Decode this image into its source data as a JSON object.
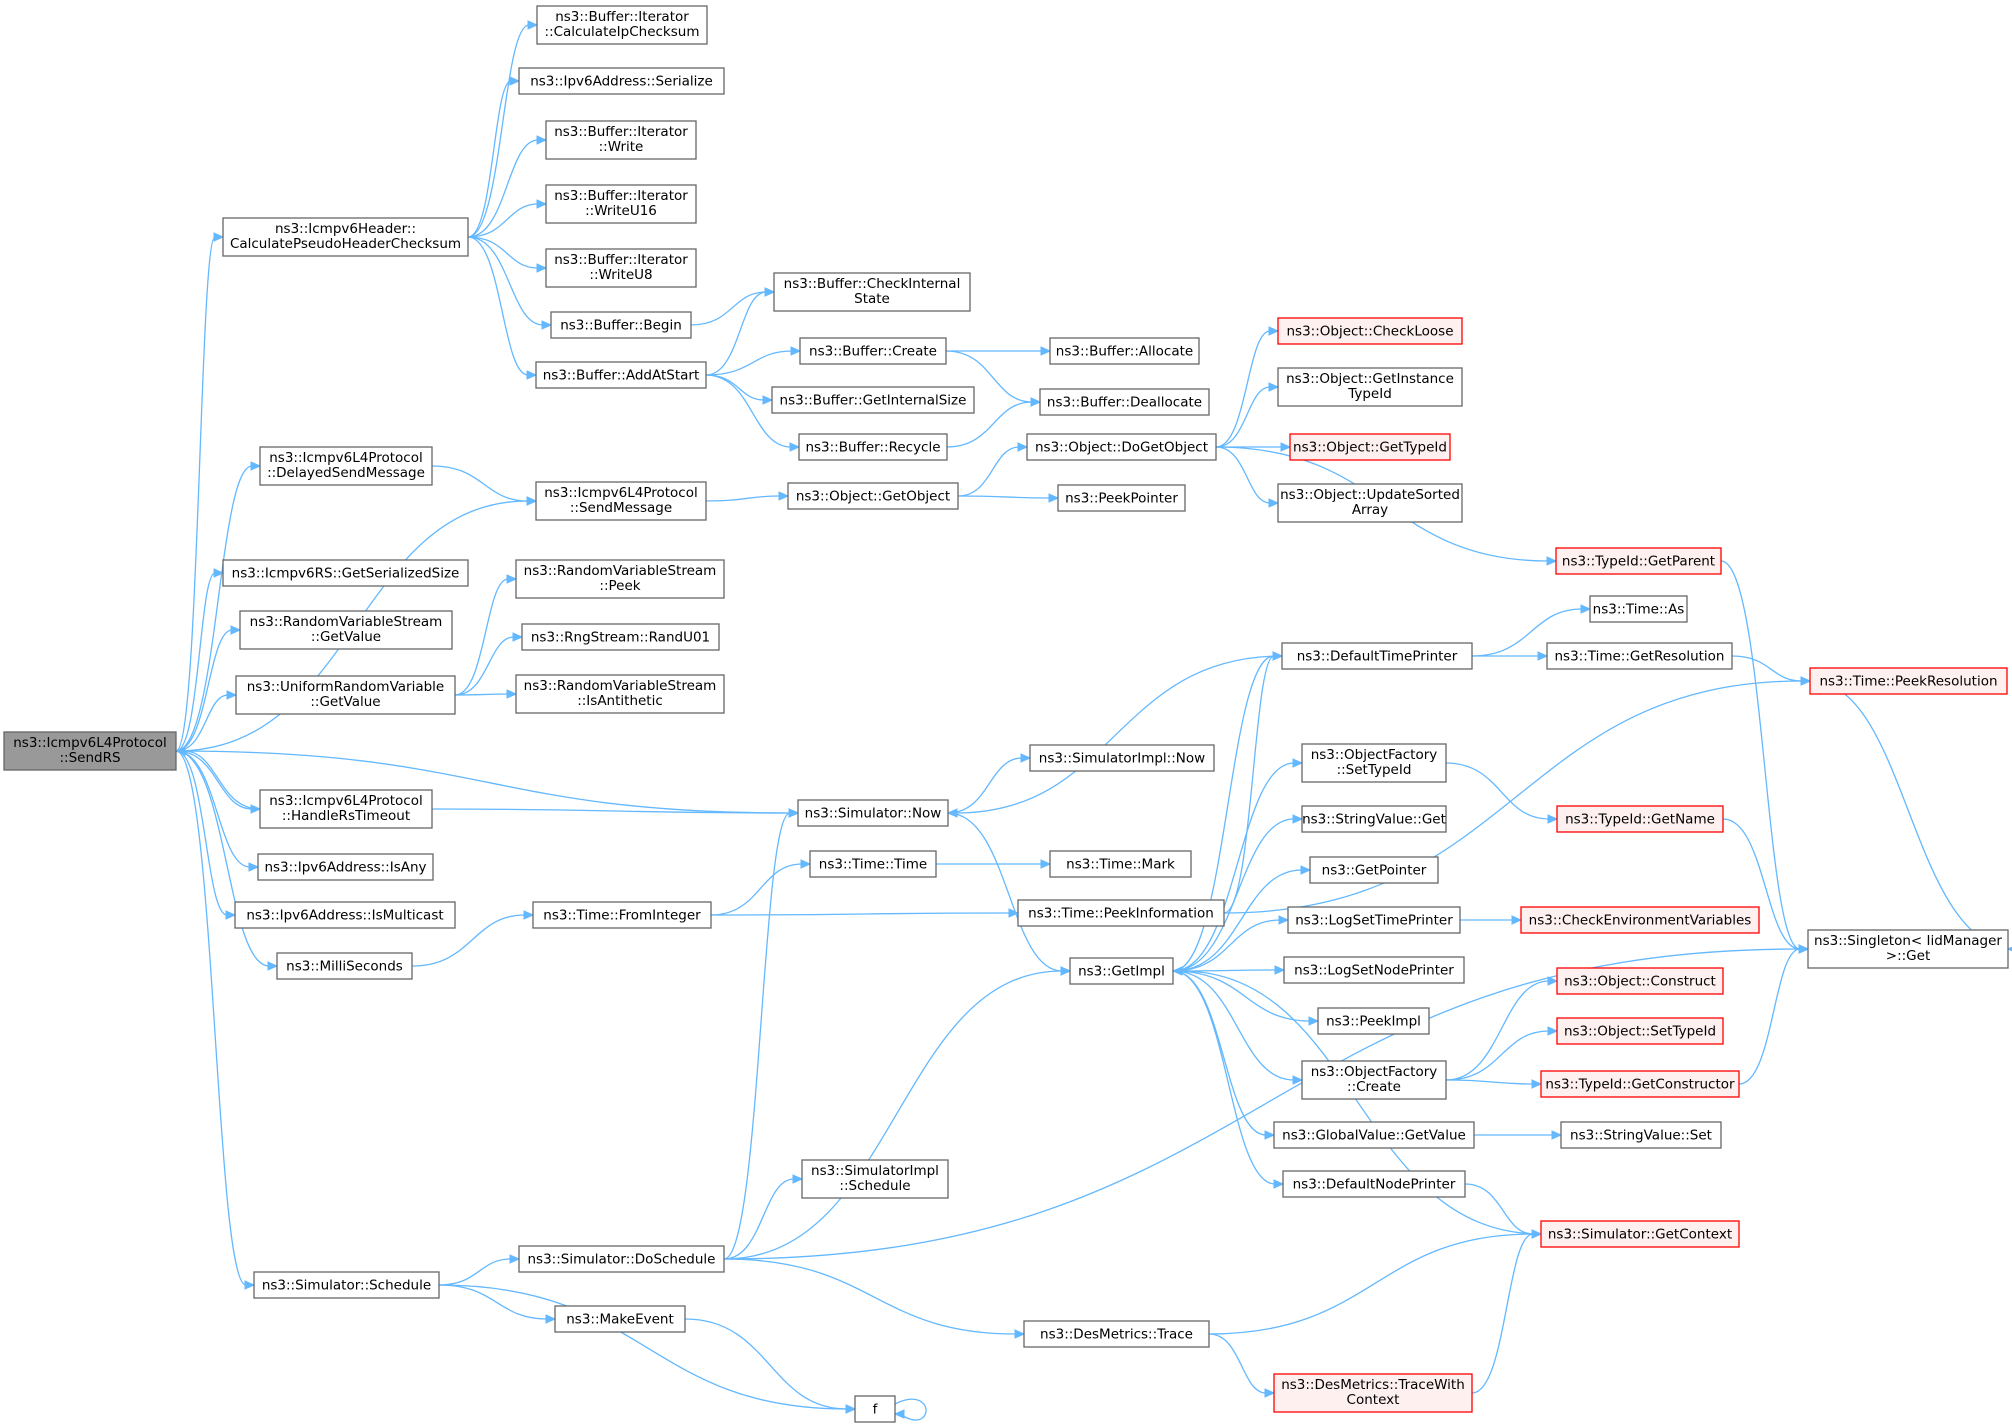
{
  "graph": {
    "nodes": [
      {
        "id": "sendrs",
        "lines": [
          "ns3::Icmpv6L4Protocol",
          "::SendRS"
        ],
        "style": "root"
      },
      {
        "id": "calcpseudo",
        "lines": [
          "ns3::Icmpv6Header::",
          "CalculatePseudoHeaderChecksum"
        ],
        "style": "normal"
      },
      {
        "id": "delayedsend",
        "lines": [
          "ns3::Icmpv6L4Protocol",
          "::DelayedSendMessage"
        ],
        "style": "normal"
      },
      {
        "id": "sendmessage",
        "lines": [
          "ns3::Icmpv6L4Protocol",
          "::SendMessage"
        ],
        "style": "normal"
      },
      {
        "id": "getserial",
        "lines": [
          "ns3::Icmpv6RS::GetSerializedSize"
        ],
        "style": "normal"
      },
      {
        "id": "rvsgetvalue",
        "lines": [
          "ns3::RandomVariableStream",
          "::GetValue"
        ],
        "style": "normal"
      },
      {
        "id": "urvgetvalue",
        "lines": [
          "ns3::UniformRandomVariable",
          "::GetValue"
        ],
        "style": "normal"
      },
      {
        "id": "handlers",
        "lines": [
          "ns3::Icmpv6L4Protocol",
          "::HandleRsTimeout"
        ],
        "style": "normal"
      },
      {
        "id": "isany",
        "lines": [
          "ns3::Ipv6Address::IsAny"
        ],
        "style": "normal"
      },
      {
        "id": "ismulticast",
        "lines": [
          "ns3::Ipv6Address::IsMulticast"
        ],
        "style": "normal"
      },
      {
        "id": "millis",
        "lines": [
          "ns3::MilliSeconds"
        ],
        "style": "normal"
      },
      {
        "id": "schedule",
        "lines": [
          "ns3::Simulator::Schedule"
        ],
        "style": "normal"
      },
      {
        "id": "calcip",
        "lines": [
          "ns3::Buffer::Iterator",
          "::CalculateIpChecksum"
        ],
        "style": "normal"
      },
      {
        "id": "ipv6ser",
        "lines": [
          "ns3::Ipv6Address::Serialize"
        ],
        "style": "normal"
      },
      {
        "id": "itwrite",
        "lines": [
          "ns3::Buffer::Iterator",
          "::Write"
        ],
        "style": "normal"
      },
      {
        "id": "itwrite16",
        "lines": [
          "ns3::Buffer::Iterator",
          "::WriteU16"
        ],
        "style": "normal"
      },
      {
        "id": "itwrite8",
        "lines": [
          "ns3::Buffer::Iterator",
          "::WriteU8"
        ],
        "style": "normal"
      },
      {
        "id": "bufbegin",
        "lines": [
          "ns3::Buffer::Begin"
        ],
        "style": "normal"
      },
      {
        "id": "addatstart",
        "lines": [
          "ns3::Buffer::AddAtStart"
        ],
        "style": "normal"
      },
      {
        "id": "rvspeek",
        "lines": [
          "ns3::RandomVariableStream",
          "::Peek"
        ],
        "style": "normal"
      },
      {
        "id": "randu01",
        "lines": [
          "ns3::RngStream::RandU01"
        ],
        "style": "normal"
      },
      {
        "id": "isanti",
        "lines": [
          "ns3::RandomVariableStream",
          "::IsAntithetic"
        ],
        "style": "normal"
      },
      {
        "id": "fromint",
        "lines": [
          "ns3::Time::FromInteger"
        ],
        "style": "normal"
      },
      {
        "id": "doschedule",
        "lines": [
          "ns3::Simulator::DoSchedule"
        ],
        "style": "normal"
      },
      {
        "id": "makeevent",
        "lines": [
          "ns3::MakeEvent"
        ],
        "style": "normal"
      },
      {
        "id": "f",
        "lines": [
          "f"
        ],
        "style": "normal"
      },
      {
        "id": "checkinternal",
        "lines": [
          "ns3::Buffer::CheckInternal",
          "State"
        ],
        "style": "normal"
      },
      {
        "id": "bufcreate",
        "lines": [
          "ns3::Buffer::Create"
        ],
        "style": "normal"
      },
      {
        "id": "getintsize",
        "lines": [
          "ns3::Buffer::GetInternalSize"
        ],
        "style": "normal"
      },
      {
        "id": "bufrecycle",
        "lines": [
          "ns3::Buffer::Recycle"
        ],
        "style": "normal"
      },
      {
        "id": "getobject",
        "lines": [
          "ns3::Object::GetObject"
        ],
        "style": "normal"
      },
      {
        "id": "simnow",
        "lines": [
          "ns3::Simulator::Now"
        ],
        "style": "normal"
      },
      {
        "id": "timetime",
        "lines": [
          "ns3::Time::Time"
        ],
        "style": "normal"
      },
      {
        "id": "simimplsched",
        "lines": [
          "ns3::SimulatorImpl",
          "::Schedule"
        ],
        "style": "normal"
      },
      {
        "id": "desmtrace",
        "lines": [
          "ns3::DesMetrics::Trace"
        ],
        "style": "normal"
      },
      {
        "id": "desmtracectx",
        "lines": [
          "ns3::DesMetrics::TraceWith",
          "Context"
        ],
        "style": "red"
      },
      {
        "id": "bufalloc",
        "lines": [
          "ns3::Buffer::Allocate"
        ],
        "style": "normal"
      },
      {
        "id": "bufdealloc",
        "lines": [
          "ns3::Buffer::Deallocate"
        ],
        "style": "normal"
      },
      {
        "id": "dogetobject",
        "lines": [
          "ns3::Object::DoGetObject"
        ],
        "style": "normal"
      },
      {
        "id": "peekptr",
        "lines": [
          "ns3::PeekPointer"
        ],
        "style": "normal"
      },
      {
        "id": "simimplnow",
        "lines": [
          "ns3::SimulatorImpl::Now"
        ],
        "style": "normal"
      },
      {
        "id": "timemark",
        "lines": [
          "ns3::Time::Mark"
        ],
        "style": "normal"
      },
      {
        "id": "peekinfo",
        "lines": [
          "ns3::Time::PeekInformation"
        ],
        "style": "normal"
      },
      {
        "id": "getimpl",
        "lines": [
          "ns3::GetImpl"
        ],
        "style": "normal"
      },
      {
        "id": "checkloose",
        "lines": [
          "ns3::Object::CheckLoose"
        ],
        "style": "red"
      },
      {
        "id": "getinsttid",
        "lines": [
          "ns3::Object::GetInstance",
          "TypeId"
        ],
        "style": "normal"
      },
      {
        "id": "objgettid",
        "lines": [
          "ns3::Object::GetTypeId"
        ],
        "style": "red"
      },
      {
        "id": "updsorted",
        "lines": [
          "ns3::Object::UpdateSorted",
          "Array"
        ],
        "style": "normal"
      },
      {
        "id": "tidgetparent",
        "lines": [
          "ns3::TypeId::GetParent"
        ],
        "style": "red"
      },
      {
        "id": "deftimeprinter",
        "lines": [
          "ns3::DefaultTimePrinter"
        ],
        "style": "normal"
      },
      {
        "id": "objfacsettid",
        "lines": [
          "ns3::ObjectFactory",
          "::SetTypeId"
        ],
        "style": "normal"
      },
      {
        "id": "strvalget",
        "lines": [
          "ns3::StringValue::Get"
        ],
        "style": "normal"
      },
      {
        "id": "getpointer",
        "lines": [
          "ns3::GetPointer"
        ],
        "style": "normal"
      },
      {
        "id": "logsettime",
        "lines": [
          "ns3::LogSetTimePrinter"
        ],
        "style": "normal"
      },
      {
        "id": "logsetnode",
        "lines": [
          "ns3::LogSetNodePrinter"
        ],
        "style": "normal"
      },
      {
        "id": "peekimpl",
        "lines": [
          "ns3::PeekImpl"
        ],
        "style": "normal"
      },
      {
        "id": "objfaccreate",
        "lines": [
          "ns3::ObjectFactory",
          "::Create"
        ],
        "style": "normal"
      },
      {
        "id": "gvgetvalue",
        "lines": [
          "ns3::GlobalValue::GetValue"
        ],
        "style": "normal"
      },
      {
        "id": "defnodeprinter",
        "lines": [
          "ns3::DefaultNodePrinter"
        ],
        "style": "normal"
      },
      {
        "id": "timeas",
        "lines": [
          "ns3::Time::As"
        ],
        "style": "normal"
      },
      {
        "id": "timegetres",
        "lines": [
          "ns3::Time::GetResolution"
        ],
        "style": "normal"
      },
      {
        "id": "tidgetname",
        "lines": [
          "ns3::TypeId::GetName"
        ],
        "style": "red"
      },
      {
        "id": "checkenv",
        "lines": [
          "ns3::CheckEnvironmentVariables"
        ],
        "style": "red"
      },
      {
        "id": "objconstruct",
        "lines": [
          "ns3::Object::Construct"
        ],
        "style": "red"
      },
      {
        "id": "objsettid",
        "lines": [
          "ns3::Object::SetTypeId"
        ],
        "style": "red"
      },
      {
        "id": "tidgetctor",
        "lines": [
          "ns3::TypeId::GetConstructor"
        ],
        "style": "red"
      },
      {
        "id": "strvalset",
        "lines": [
          "ns3::StringValue::Set"
        ],
        "style": "normal"
      },
      {
        "id": "simgetctx",
        "lines": [
          "ns3::Simulator::GetContext"
        ],
        "style": "red"
      },
      {
        "id": "timepeekres",
        "lines": [
          "ns3::Time::PeekResolution"
        ],
        "style": "red"
      },
      {
        "id": "singletonget",
        "lines": [
          "ns3::Singleton< IidManager",
          ">::Get"
        ],
        "style": "normal"
      }
    ],
    "edges": [
      [
        "sendrs",
        "calcpseudo"
      ],
      [
        "sendrs",
        "delayedsend"
      ],
      [
        "sendrs",
        "sendmessage"
      ],
      [
        "sendrs",
        "getserial"
      ],
      [
        "sendrs",
        "rvsgetvalue"
      ],
      [
        "sendrs",
        "urvgetvalue"
      ],
      [
        "sendrs",
        "handlers"
      ],
      [
        "sendrs",
        "isany"
      ],
      [
        "sendrs",
        "ismulticast"
      ],
      [
        "sendrs",
        "millis"
      ],
      [
        "sendrs",
        "schedule"
      ],
      [
        "sendrs",
        "simnow"
      ],
      [
        "handlers",
        "sendrs"
      ],
      [
        "handlers",
        "simnow"
      ],
      [
        "calcpseudo",
        "calcip"
      ],
      [
        "calcpseudo",
        "ipv6ser"
      ],
      [
        "calcpseudo",
        "itwrite"
      ],
      [
        "calcpseudo",
        "itwrite16"
      ],
      [
        "calcpseudo",
        "itwrite8"
      ],
      [
        "calcpseudo",
        "bufbegin"
      ],
      [
        "calcpseudo",
        "addatstart"
      ],
      [
        "bufbegin",
        "checkinternal"
      ],
      [
        "addatstart",
        "checkinternal"
      ],
      [
        "addatstart",
        "bufcreate"
      ],
      [
        "addatstart",
        "getintsize"
      ],
      [
        "addatstart",
        "bufrecycle"
      ],
      [
        "bufcreate",
        "bufalloc"
      ],
      [
        "bufcreate",
        "bufdealloc"
      ],
      [
        "bufrecycle",
        "bufdealloc"
      ],
      [
        "delayedsend",
        "sendmessage"
      ],
      [
        "sendmessage",
        "getobject"
      ],
      [
        "getobject",
        "dogetobject"
      ],
      [
        "getobject",
        "peekptr"
      ],
      [
        "dogetobject",
        "checkloose"
      ],
      [
        "dogetobject",
        "getinsttid"
      ],
      [
        "dogetobject",
        "objgettid"
      ],
      [
        "dogetobject",
        "updsorted"
      ],
      [
        "dogetobject",
        "tidgetparent"
      ],
      [
        "tidgetparent",
        "singletonget"
      ],
      [
        "urvgetvalue",
        "rvspeek"
      ],
      [
        "urvgetvalue",
        "randu01"
      ],
      [
        "urvgetvalue",
        "isanti"
      ],
      [
        "millis",
        "fromint"
      ],
      [
        "fromint",
        "timetime"
      ],
      [
        "fromint",
        "peekinfo"
      ],
      [
        "timetime",
        "timemark"
      ],
      [
        "peekinfo",
        "deftimeprinter"
      ],
      [
        "peekinfo",
        "timepeekres"
      ],
      [
        "simnow",
        "simimplnow"
      ],
      [
        "simnow",
        "getimpl"
      ],
      [
        "schedule",
        "doschedule"
      ],
      [
        "schedule",
        "makeevent"
      ],
      [
        "schedule",
        "f"
      ],
      [
        "makeevent",
        "f"
      ],
      [
        "f",
        "f"
      ],
      [
        "doschedule",
        "simnow"
      ],
      [
        "doschedule",
        "simimplsched"
      ],
      [
        "doschedule",
        "getimpl"
      ],
      [
        "doschedule",
        "desmtrace"
      ],
      [
        "doschedule",
        "singletonget"
      ],
      [
        "desmtrace",
        "simgetctx"
      ],
      [
        "desmtrace",
        "desmtracectx"
      ],
      [
        "desmtracectx",
        "simgetctx"
      ],
      [
        "deftimeprinter",
        "simnow"
      ],
      [
        "deftimeprinter",
        "timeas"
      ],
      [
        "deftimeprinter",
        "timegetres"
      ],
      [
        "timegetres",
        "timepeekres"
      ],
      [
        "getimpl",
        "deftimeprinter"
      ],
      [
        "getimpl",
        "objfacsettid"
      ],
      [
        "getimpl",
        "strvalget"
      ],
      [
        "getimpl",
        "getpointer"
      ],
      [
        "getimpl",
        "logsettime"
      ],
      [
        "getimpl",
        "logsetnode"
      ],
      [
        "getimpl",
        "peekimpl"
      ],
      [
        "getimpl",
        "objfaccreate"
      ],
      [
        "getimpl",
        "gvgetvalue"
      ],
      [
        "getimpl",
        "defnodeprinter"
      ],
      [
        "objfacsettid",
        "tidgetname"
      ],
      [
        "tidgetname",
        "singletonget"
      ],
      [
        "logsettime",
        "checkenv"
      ],
      [
        "objfaccreate",
        "objconstruct"
      ],
      [
        "objfaccreate",
        "objsettid"
      ],
      [
        "objfaccreate",
        "tidgetctor"
      ],
      [
        "tidgetctor",
        "singletonget"
      ],
      [
        "gvgetvalue",
        "strvalset"
      ],
      [
        "defnodeprinter",
        "simgetctx"
      ],
      [
        "simgetctx",
        "getimpl"
      ],
      [
        "timepeekres",
        "singletonget"
      ]
    ]
  }
}
